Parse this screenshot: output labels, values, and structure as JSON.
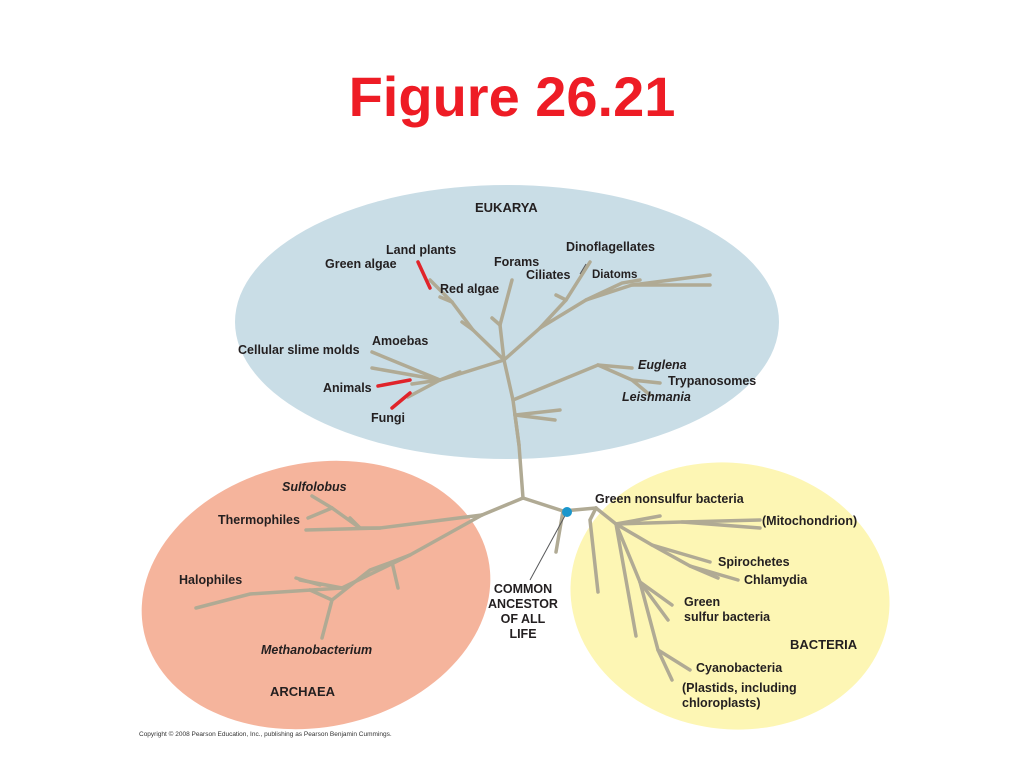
{
  "slide": {
    "title": "Figure 26.21",
    "copyright": "Copyright © 2008 Pearson Education, Inc., publishing as Pearson Benjamin Cummings."
  },
  "colors": {
    "title": "#ee1c25",
    "eukarya_region": "#c9dde6",
    "archaea_region": "#f5b49c",
    "bacteria_region": "#fdf6b4",
    "branch": "#b0aa94",
    "highlight_branch": "#e0242a",
    "ancestor_dot": "#1a96cc"
  },
  "diagram": {
    "domains": {
      "eukarya": "EUKARYA",
      "archaea": "ARCHAEA",
      "bacteria": "BACTERIA"
    },
    "eukarya_labels": {
      "land_plants": "Land plants",
      "green_algae": "Green algae",
      "red_algae": "Red algae",
      "forams": "Forams",
      "ciliates": "Ciliates",
      "dinoflagellates": "Dinoflagellates",
      "diatoms": "Diatoms",
      "amoebas": "Amoebas",
      "cellular_slime_molds": "Cellular slime molds",
      "animals": "Animals",
      "fungi": "Fungi",
      "euglena": "Euglena",
      "trypanosomes": "Trypanosomes",
      "leishmania": "Leishmania"
    },
    "archaea_labels": {
      "sulfolobus": "Sulfolobus",
      "thermophiles": "Thermophiles",
      "halophiles": "Halophiles",
      "methanobacterium": "Methanobacterium"
    },
    "bacteria_labels": {
      "green_nonsulfur": "Green nonsulfur bacteria",
      "mitochondrion": "(Mitochondrion)",
      "spirochetes": "Spirochetes",
      "chlamydia": "Chlamydia",
      "green_sulfur_1": "Green",
      "green_sulfur_2": "sulfur bacteria",
      "cyanobacteria": "Cyanobacteria",
      "plastids_1": "(Plastids, including",
      "plastids_2": "chloroplasts)"
    },
    "ancestor": {
      "line1": "COMMON",
      "line2": "ANCESTOR",
      "line3": "OF ALL",
      "line4": "LIFE"
    }
  }
}
